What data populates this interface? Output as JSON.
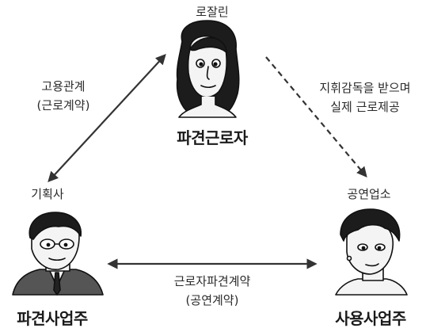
{
  "top_person": {
    "name": "로잘린",
    "role": "파견근로자"
  },
  "left_person": {
    "name": "기획사",
    "role": "파견사업주"
  },
  "right_person": {
    "name": "공연업소",
    "role": "사용사업주"
  },
  "edges": {
    "left_top": {
      "line1": "고용관계",
      "line2": "(근로계약)"
    },
    "top_right": {
      "line1": "지휘감독을 받으며",
      "line2": "실제 근로제공"
    },
    "left_right": {
      "line1": "근로자파견계약",
      "line2": "(공연계약)"
    }
  }
}
